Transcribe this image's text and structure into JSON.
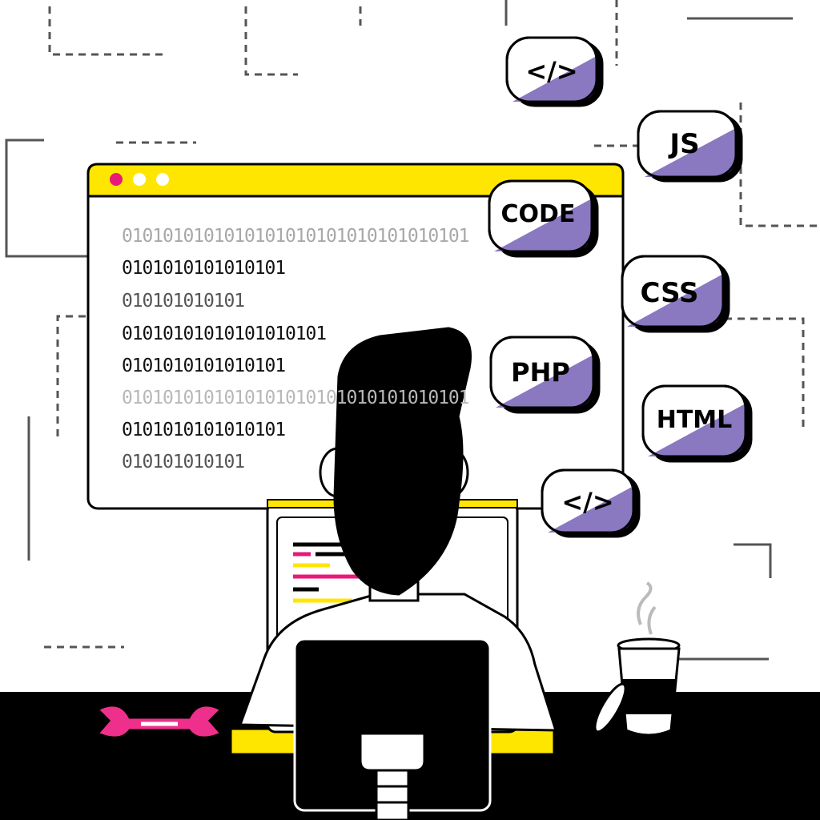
{
  "browser": {
    "dots": [
      "#e8197a",
      "#ffffff",
      "#ffffff"
    ],
    "accent": "#ffe600",
    "lines": [
      {
        "text": "0101010101010101010101010101010101",
        "color": "#a8a8a8"
      },
      {
        "text": "0101010101010101",
        "color": "#111111"
      },
      {
        "text": "010101010101",
        "color": "#555555"
      },
      {
        "text": "01010101010101010101",
        "color": "#111111"
      },
      {
        "text": "0101010101010101",
        "color": "#111111"
      },
      {
        "text": "0101010101010101010101010101010101",
        "color": "#b8b8b8"
      },
      {
        "text": "0101010101010101",
        "color": "#111111"
      },
      {
        "text": "010101010101",
        "color": "#555555"
      }
    ]
  },
  "tags": [
    {
      "label": "</>"
    },
    {
      "label": "JS"
    },
    {
      "label": "CODE"
    },
    {
      "label": "CSS"
    },
    {
      "label": "PHP"
    },
    {
      "label": "HTML"
    },
    {
      "label": "</>"
    }
  ],
  "colors": {
    "tag_fill": "#8a78c0",
    "wrench": "#ee2f8c",
    "desk": "#000000",
    "laptop_base": "#ffe600"
  },
  "icons": [
    "wrench-icon",
    "coffee-cup-icon",
    "code-tag-icon"
  ]
}
